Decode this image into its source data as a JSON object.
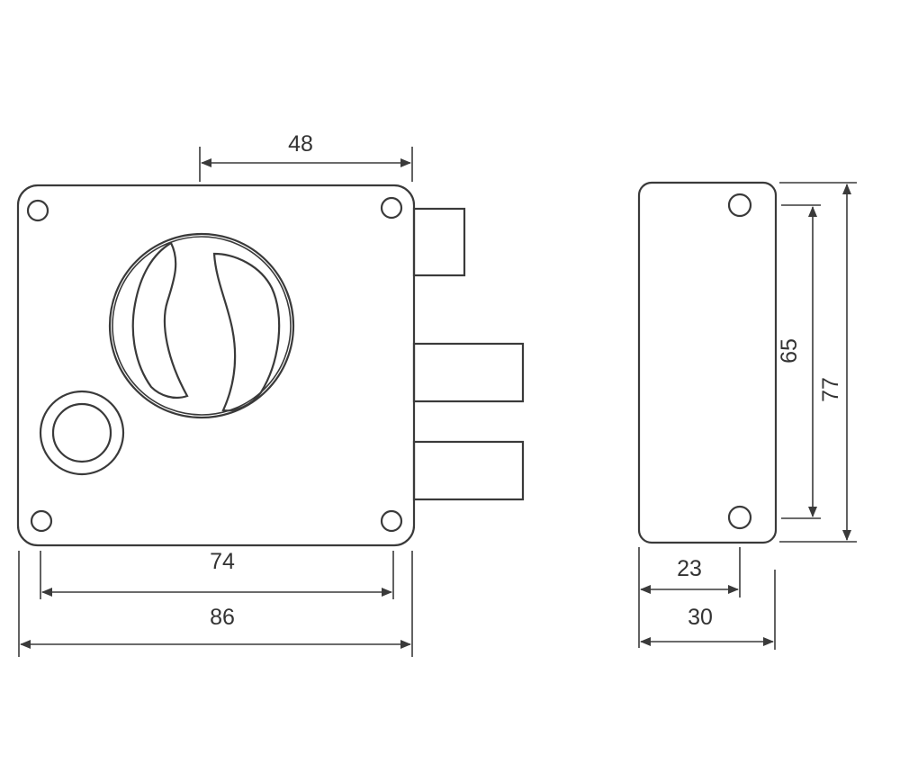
{
  "dimensions": {
    "top_width": "48",
    "hole_spacing": "74",
    "overall_width": "86",
    "side_hole_spacing": "65",
    "side_height": "77",
    "side_hole_offset": "23",
    "side_depth": "30"
  },
  "colors": {
    "line": "#3a3a3a",
    "text": "#333333",
    "background": "#ffffff"
  }
}
